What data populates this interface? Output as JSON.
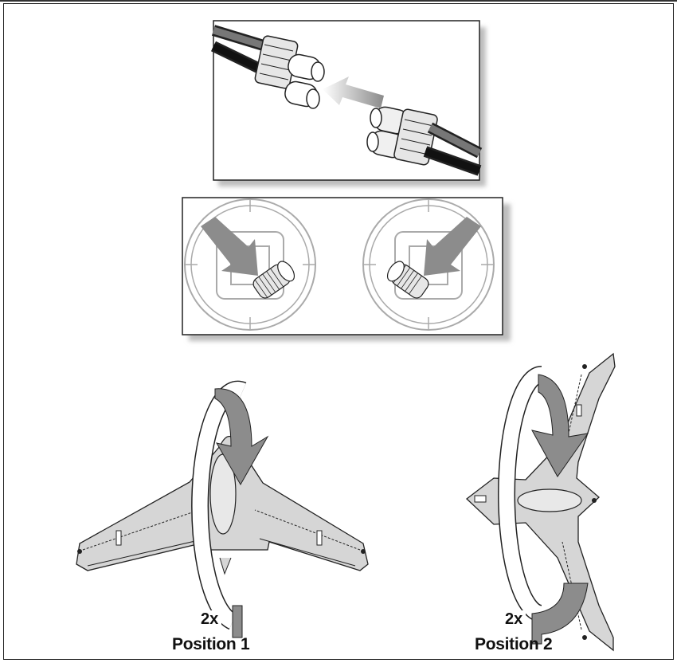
{
  "steps": {
    "position1": {
      "count_label": "2x",
      "caption": "Position 1"
    },
    "position2": {
      "count_label": "2x",
      "caption": "Position 2"
    }
  },
  "colors": {
    "outline": "#222222",
    "panel_fill": "#ffffff",
    "aircraft_fill": "#d6d6d6",
    "arrow_fill": "#8c8c8c",
    "shadow": "#bdbdbd"
  },
  "icons": [
    "connector-plug-icon",
    "insert-arrow-icon",
    "gimbal-socket-icon",
    "rotate-arrow-icon",
    "aircraft-icon"
  ]
}
